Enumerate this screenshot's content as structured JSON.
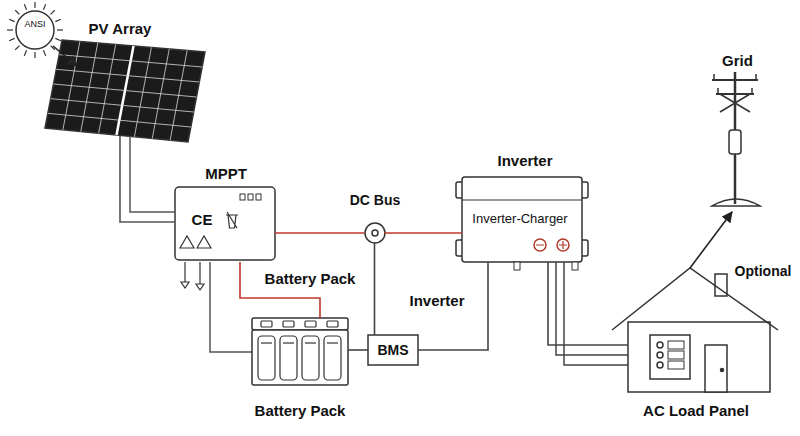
{
  "diagram": {
    "nodes": [
      {
        "text": [
          "ANSI"
        ]
      },
      {
        "text": [
          "PV Array"
        ]
      },
      {
        "text": [
          "MPPT",
          "CE"
        ]
      },
      {
        "text": [
          "DC Bus"
        ]
      },
      {
        "text": [
          "Inverter",
          "Inverter-Charger"
        ]
      },
      {
        "text": [
          "Battery Pack"
        ]
      },
      {
        "text": [
          "BMS"
        ]
      },
      {
        "text": [
          "Grid"
        ]
      },
      {
        "text": [
          "AC Load Panel"
        ]
      }
    ],
    "edges": [
      {
        "from": 0,
        "to": 1,
        "arrow": "to"
      },
      {
        "from": 1,
        "to": 2,
        "arrow": "none"
      },
      {
        "from": 2,
        "to": 3,
        "arrow": "none"
      },
      {
        "from": 3,
        "to": 4,
        "arrow": "none"
      },
      {
        "from": 2,
        "to": 5,
        "arrow": "none"
      },
      {
        "from": 3,
        "to": 6,
        "arrow": "none"
      },
      {
        "from": 6,
        "to": 5,
        "arrow": "none"
      },
      {
        "from": 6,
        "to": 4,
        "arrow": "none"
      },
      {
        "from": 4,
        "to": 8,
        "arrow": "none"
      },
      {
        "from": 8,
        "to": 7,
        "arrow": "to"
      }
    ],
    "labels": [
      "Battery Pack",
      "Inverter",
      "Optional"
    ]
  }
}
